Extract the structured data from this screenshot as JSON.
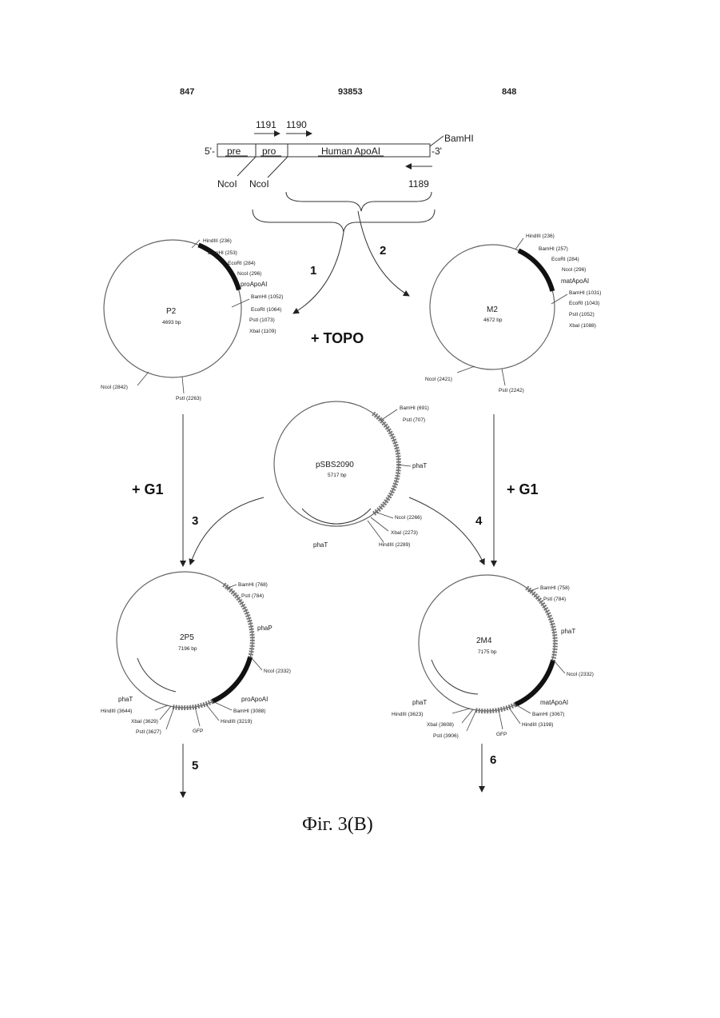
{
  "header": {
    "left": "847",
    "center": "93853",
    "right": "848"
  },
  "construct": {
    "primer1": "1191",
    "primer2": "1190",
    "primer3": "1189",
    "five_prime": "5'-",
    "three_prime": "-3'",
    "seg_pre": "pre",
    "seg_pro": "pro",
    "seg_main": "Human ApoAI",
    "site_bamhi": "BamHI",
    "site_ncoi_1": "NcoI",
    "site_ncoi_2": "NcoI"
  },
  "steps": {
    "s1": "1",
    "s2": "2",
    "s3": "3",
    "s4": "4",
    "s5": "5",
    "s6": "6"
  },
  "reagents": {
    "topo": "+ TOPO",
    "g1_left": "+ G1",
    "g1_right": "+ G1"
  },
  "p2": {
    "name": "P2",
    "size": "4693 bp",
    "sites": [
      "HindIII (236)",
      "BamHI (253)",
      "EcoRI (284)",
      "NcoI (296)",
      "proApoAI",
      "BamHI (1052)",
      "EcoRI (1064)",
      "PstI (1073)",
      "XbaI (1109)",
      "NcoI (2842)",
      "PstI (2263)"
    ]
  },
  "m2": {
    "name": "M2",
    "size": "4672 bp",
    "sites": [
      "HindIII (236)",
      "BamHI (257)",
      "EcoRI (284)",
      "NcoI (296)",
      "matApoAI",
      "BamHI (1031)",
      "EcoRI (1043)",
      "PstI (1052)",
      "XbaI (1088)",
      "NcoI (2421)",
      "PstI (2242)"
    ]
  },
  "psbs": {
    "name": "pSBS2090",
    "size": "5717 bp",
    "sites": [
      "BamHI (691)",
      "PstI (707)",
      "phaT",
      "NcoI (2266)",
      "XbaI (2273)",
      "HindIII (2289)",
      "phaT"
    ]
  },
  "p2p5": {
    "name": "2P5",
    "size": "7196 bp",
    "sites": [
      "BamHI (768)",
      "PstI (784)",
      "phaP",
      "NcoI (2332)",
      "proApoAI",
      "BamHI (3088)",
      "HindIII (3219)",
      "GFP",
      "PstI (3627)",
      "XbaI (3629)",
      "HindIII (3644)",
      "phaT"
    ]
  },
  "m4": {
    "name": "2M4",
    "size": "7175 bp",
    "sites": [
      "BamHI (758)",
      "PstI (784)",
      "phaT",
      "NcoI (2332)",
      "matApoAI",
      "BamHI (3067)",
      "HindIII (3198)",
      "GFP",
      "PstI (3906)",
      "XbaI (3608)",
      "HindIII (3623)",
      "phaT"
    ]
  },
  "caption": "Фіг. 3(В)"
}
